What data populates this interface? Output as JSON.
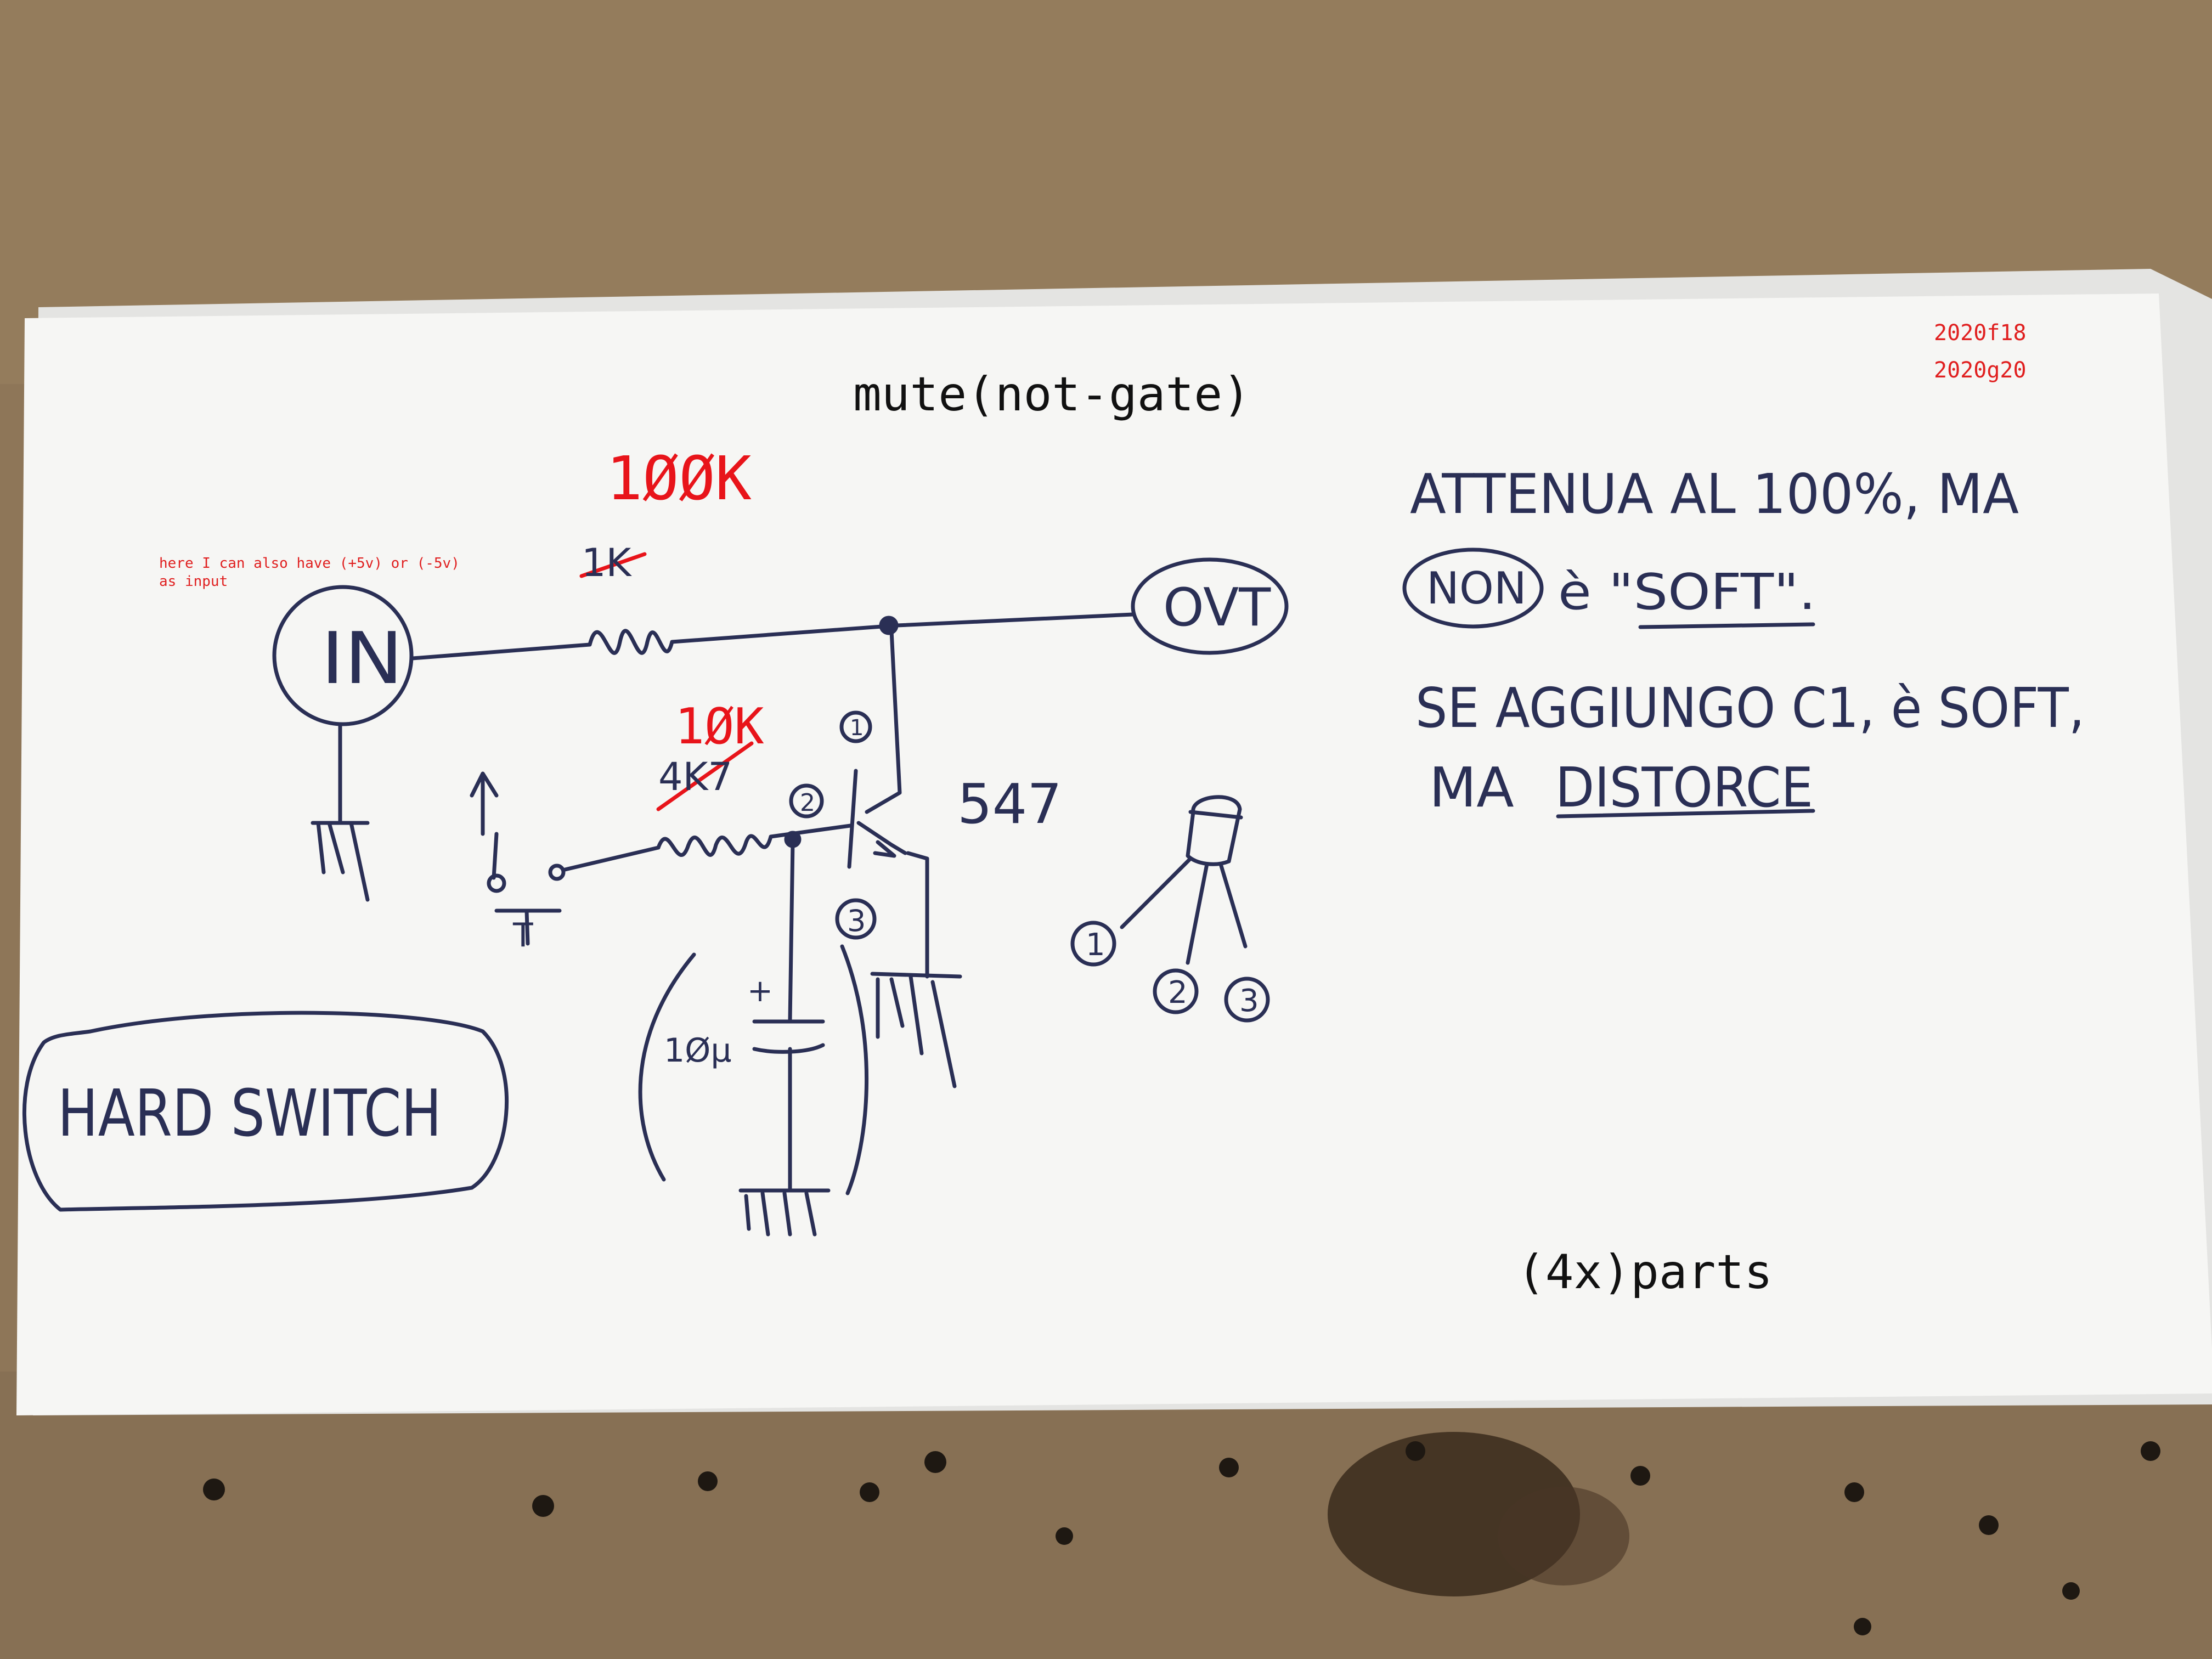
{
  "annotations": {
    "title": "mute(not-gate)",
    "date_1": "2020f18",
    "date_2": "2020g20",
    "input_note_line1": "here I can also have (+5v) or (-5v)",
    "input_note_line2": "as input",
    "parts_note": "(4x)parts"
  },
  "schematic": {
    "input_label": "IN",
    "output_label": "OVT",
    "r1_old": "1K",
    "r1_new": "1ØØK",
    "r2_old": "4K7",
    "r2_new": "1ØK",
    "transistor": "547",
    "pin_1": "1",
    "pin_2": "2",
    "pin_3": "3",
    "cap_value": "1Øµ",
    "cap_plus": "+",
    "switch_label": "T",
    "box_label": "HARD SWITCH"
  },
  "pinout": {
    "pin_1": "1",
    "pin_2": "2",
    "pin_3": "3"
  },
  "notes": {
    "line1": "ATTENUA AL 100%, MA",
    "line2_circled": "NON",
    "line2_rest": "è \"SOFT\".",
    "line3": "SE AGGIUNGO C1, è SOFT,",
    "line4_start": "MA",
    "line4_underlined": "DISTORCE"
  },
  "colors": {
    "table": "#8c7457",
    "paper": "#f6f6f4",
    "pen_black": "#2a2f55",
    "pen_red": "#e8141a",
    "annotation_red": "#e02020",
    "annotation_black": "#111111"
  }
}
